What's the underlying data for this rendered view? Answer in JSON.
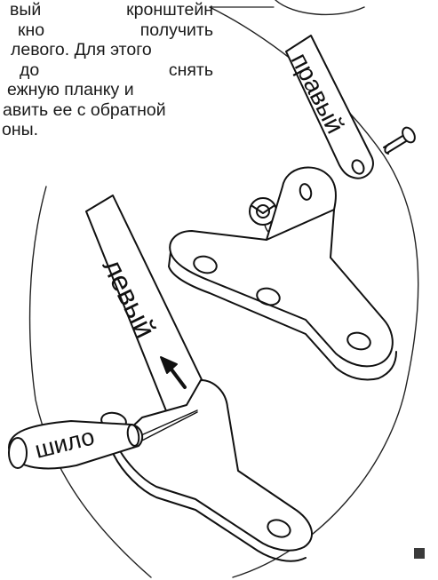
{
  "instruction": {
    "lines": [
      "вый кронштейн",
      "кно получить",
      "левого. Для этого",
      "до снять",
      "ежную планку и",
      "авить ее с обратной",
      "оны."
    ]
  },
  "diagram": {
    "right_label": "правый",
    "left_label": "левый",
    "tool_label": "шило"
  }
}
